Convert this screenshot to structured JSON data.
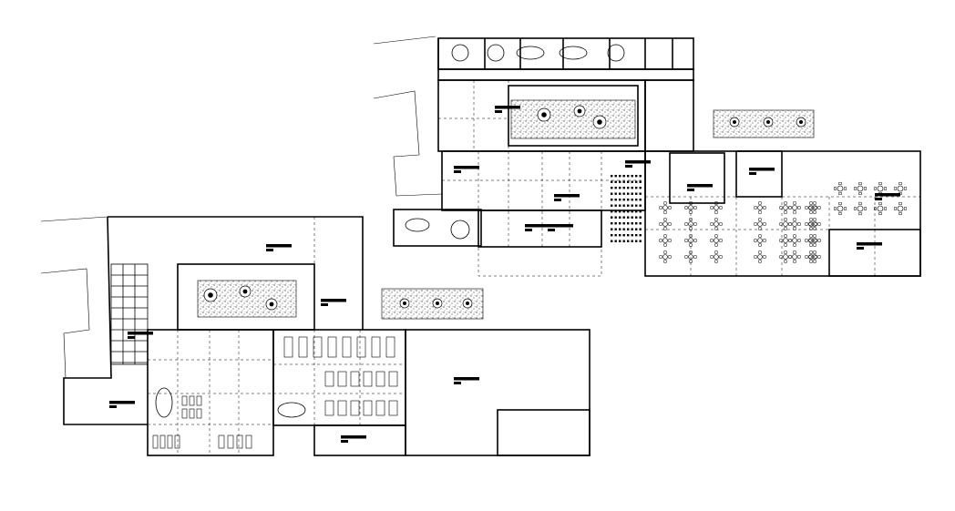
{
  "drawing": {
    "type": "architectural-floor-plan",
    "background": "#ffffff",
    "line_color": "#000000",
    "stipple_color": "#555555",
    "plans": [
      "upper-right-floor-plan",
      "lower-left-floor-plan"
    ],
    "room_labels_legible": false
  }
}
